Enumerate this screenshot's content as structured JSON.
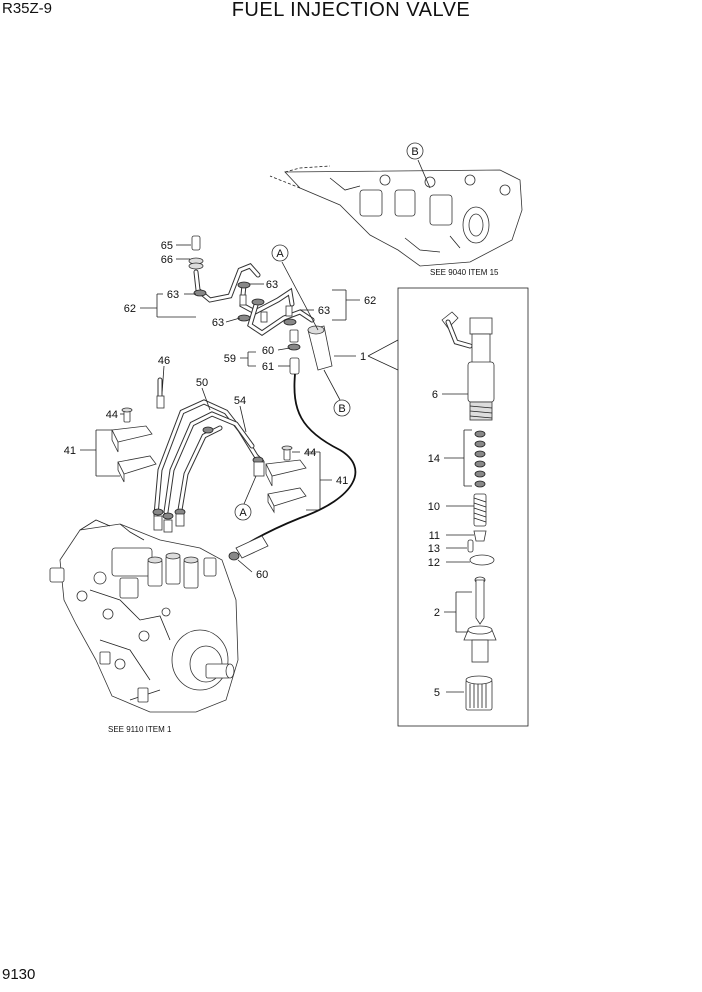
{
  "header": {
    "model": "R35Z-9",
    "title": "FUEL INJECTION VALVE"
  },
  "footer": {
    "page_number": "9130"
  },
  "notes": {
    "cylinder_head_ref": "SEE 9040 ITEM 15",
    "pump_ref": "SEE 9110 ITEM 1"
  },
  "callouts": {
    "c65": "65",
    "c66": "66",
    "c63a": "63",
    "c62a": "62",
    "c63b": "63",
    "c63c": "63",
    "c62b": "62",
    "c63d": "63",
    "cA1": "A",
    "cB1": "B",
    "c60a": "60",
    "c59": "59",
    "c61": "61",
    "c1": "1",
    "cB2": "B",
    "c46": "46",
    "c50": "50",
    "c54": "54",
    "c44a": "44",
    "c41a": "41",
    "c44b": "44",
    "c41b": "41",
    "cA2": "A",
    "c60b": "60",
    "c6": "6",
    "c14": "14",
    "c10": "10",
    "c11": "11",
    "c13": "13",
    "c12": "12",
    "c2": "2",
    "c5": "5"
  }
}
